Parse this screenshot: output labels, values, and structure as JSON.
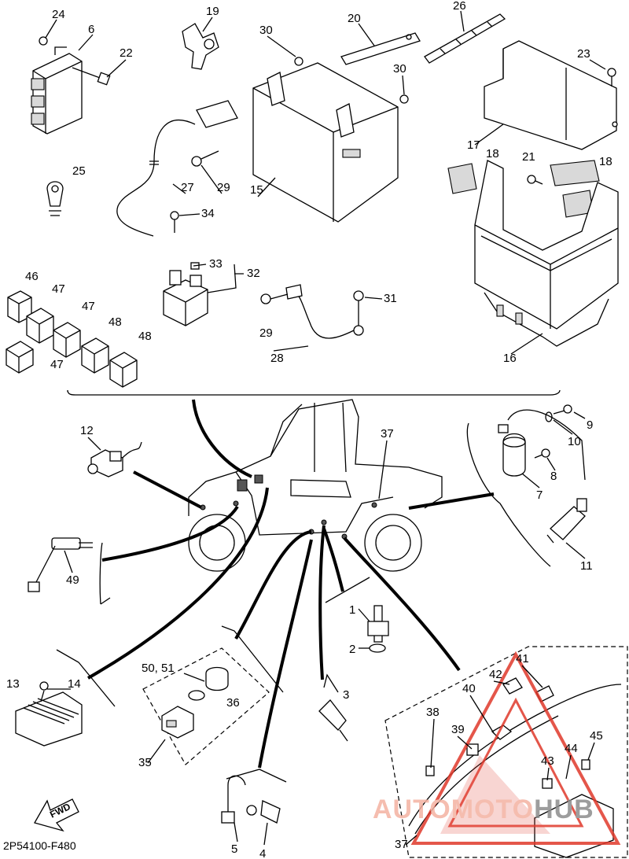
{
  "diagram": {
    "code": "2P54100-F480",
    "fwd_label": "FWD",
    "watermark": {
      "text_a": "AUTOMOTO",
      "text_b": "HUB",
      "color_a": "#f4b2a2",
      "color_b": "#8c8c8c",
      "logo_color": "#e0392b"
    },
    "callouts": [
      {
        "id": "c24",
        "text": "24"
      },
      {
        "id": "c6",
        "text": "6"
      },
      {
        "id": "c22",
        "text": "22"
      },
      {
        "id": "c19",
        "text": "19"
      },
      {
        "id": "c30a",
        "text": "30"
      },
      {
        "id": "c20",
        "text": "20"
      },
      {
        "id": "c26",
        "text": "26"
      },
      {
        "id": "c23",
        "text": "23"
      },
      {
        "id": "c30b",
        "text": "30"
      },
      {
        "id": "c17",
        "text": "17"
      },
      {
        "id": "c18a",
        "text": "18"
      },
      {
        "id": "c18b",
        "text": "18"
      },
      {
        "id": "c21",
        "text": "21"
      },
      {
        "id": "c25",
        "text": "25"
      },
      {
        "id": "c27",
        "text": "27"
      },
      {
        "id": "c29a",
        "text": "29"
      },
      {
        "id": "c15",
        "text": "15"
      },
      {
        "id": "c34",
        "text": "34"
      },
      {
        "id": "c33",
        "text": "33"
      },
      {
        "id": "c32",
        "text": "32"
      },
      {
        "id": "c46",
        "text": "46"
      },
      {
        "id": "c47a",
        "text": "47"
      },
      {
        "id": "c47b",
        "text": "47"
      },
      {
        "id": "c48a",
        "text": "48"
      },
      {
        "id": "c48b",
        "text": "48"
      },
      {
        "id": "c47c",
        "text": "47"
      },
      {
        "id": "c29b",
        "text": "29"
      },
      {
        "id": "c31",
        "text": "31"
      },
      {
        "id": "c28",
        "text": "28"
      },
      {
        "id": "c16",
        "text": "16"
      },
      {
        "id": "c12",
        "text": "12"
      },
      {
        "id": "c37a",
        "text": "37"
      },
      {
        "id": "c9",
        "text": "9"
      },
      {
        "id": "c10",
        "text": "10"
      },
      {
        "id": "c8",
        "text": "8"
      },
      {
        "id": "c7",
        "text": "7"
      },
      {
        "id": "c49",
        "text": "49"
      },
      {
        "id": "c11",
        "text": "11"
      },
      {
        "id": "c1",
        "text": "1"
      },
      {
        "id": "c2",
        "text": "2"
      },
      {
        "id": "c41",
        "text": "41"
      },
      {
        "id": "c13",
        "text": "13"
      },
      {
        "id": "c14",
        "text": "14"
      },
      {
        "id": "c5051",
        "text": "50, 51"
      },
      {
        "id": "c36",
        "text": "36"
      },
      {
        "id": "c42",
        "text": "42"
      },
      {
        "id": "c40",
        "text": "40"
      },
      {
        "id": "c3",
        "text": "3"
      },
      {
        "id": "c38",
        "text": "38"
      },
      {
        "id": "c39",
        "text": "39"
      },
      {
        "id": "c45",
        "text": "45"
      },
      {
        "id": "c44",
        "text": "44"
      },
      {
        "id": "c35",
        "text": "35"
      },
      {
        "id": "c43",
        "text": "43"
      },
      {
        "id": "c5",
        "text": "5"
      },
      {
        "id": "c4",
        "text": "4"
      },
      {
        "id": "c37b",
        "text": "37"
      }
    ]
  }
}
